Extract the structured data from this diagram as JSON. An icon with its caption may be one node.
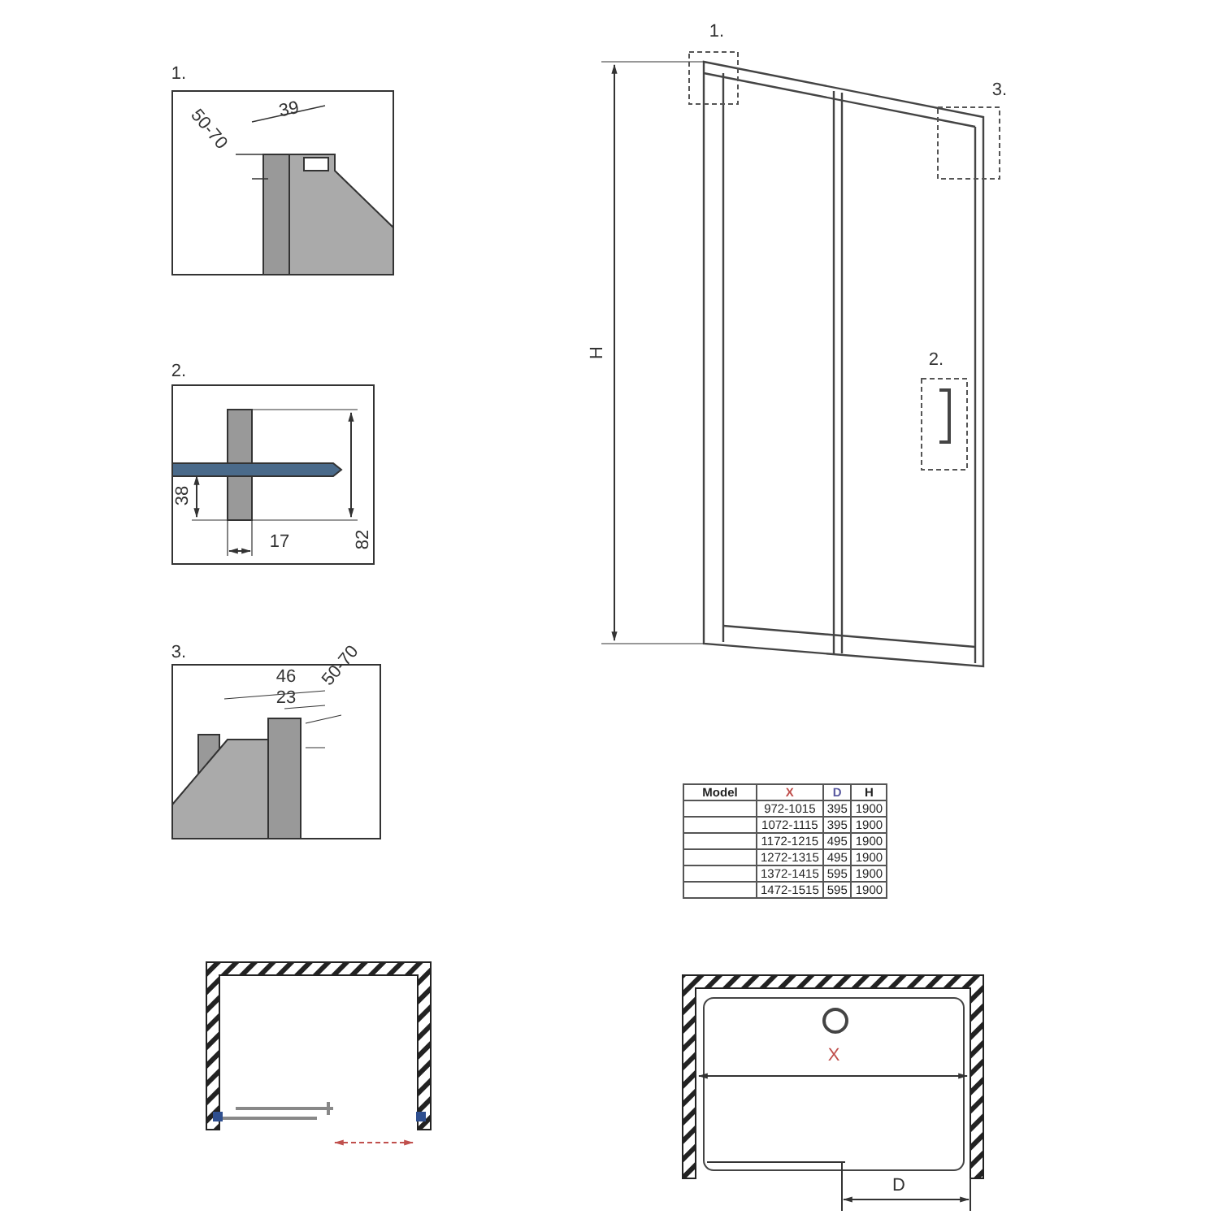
{
  "diagram": {
    "labels": [
      "1.",
      "3.",
      "1.",
      "39",
      "50-70",
      "H",
      "2.",
      "2.",
      "38",
      "17",
      "82",
      "3.",
      "46",
      "23",
      "50-70",
      "Model",
      "X",
      "D",
      "H",
      "972-1015",
      "395",
      "1900",
      "1072-1115",
      "395",
      "1900",
      "1172-1215",
      "495",
      "1900",
      "1272-1315",
      "495",
      "1900",
      "1372-1415",
      "595",
      "1900",
      "1472-1515",
      "595",
      "1900",
      "X",
      "D"
    ]
  }
}
